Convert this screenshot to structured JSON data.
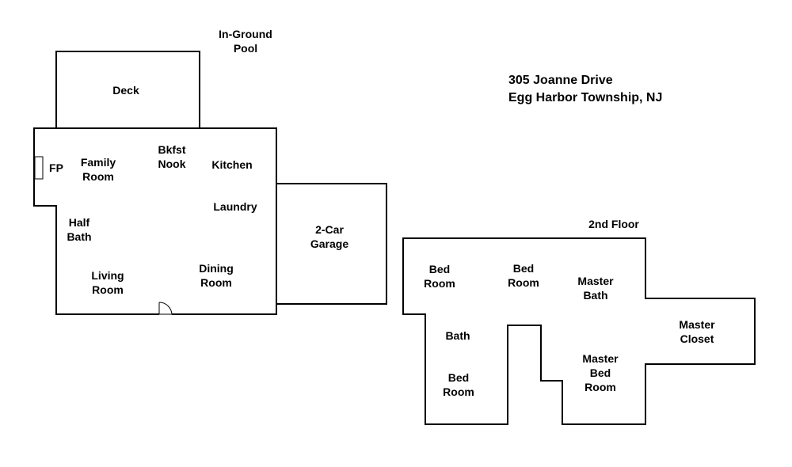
{
  "address": {
    "line1": "305 Joanne Drive",
    "line2": "Egg Harbor Township, NJ"
  },
  "first_floor": {
    "pool": [
      "In-Ground",
      "Pool"
    ],
    "deck": [
      "Deck"
    ],
    "fireplace": [
      "FP"
    ],
    "family_room": [
      "Family",
      "Room"
    ],
    "bkfst_nook": [
      "Bkfst",
      "Nook"
    ],
    "kitchen": [
      "Kitchen"
    ],
    "laundry": [
      "Laundry"
    ],
    "half_bath": [
      "Half",
      "Bath"
    ],
    "living_room": [
      "Living",
      "Room"
    ],
    "dining_room": [
      "Dining",
      "Room"
    ],
    "garage": [
      "2-Car",
      "Garage"
    ]
  },
  "second_floor": {
    "title": "2nd Floor",
    "bed_room_1": [
      "Bed",
      "Room"
    ],
    "bed_room_2": [
      "Bed",
      "Room"
    ],
    "master_bath": [
      "Master",
      "Bath"
    ],
    "master_closet": [
      "Master",
      "Closet"
    ],
    "bath": [
      "Bath"
    ],
    "bed_room_3": [
      "Bed",
      "Room"
    ],
    "master_bed_room": [
      "Master",
      "Bed",
      "Room"
    ]
  }
}
